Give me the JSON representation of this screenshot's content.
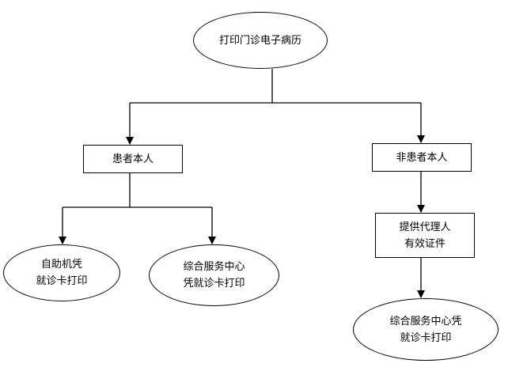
{
  "diagram": {
    "root": {
      "line1": "打印门诊电子病历"
    },
    "patient_self": {
      "line1": "患者本人"
    },
    "non_patient": {
      "line1": "非患者本人"
    },
    "proxy_id": {
      "line1": "提供代理人",
      "line2": "有效证件"
    },
    "kiosk_print": {
      "line1": "自助机凭",
      "line2": "就诊卡打印"
    },
    "service_center_print": {
      "line1": "综合服务中心",
      "line2": "凭就诊卡打印"
    },
    "proxy_service_print": {
      "line1": "综合服务中心凭",
      "line2": "就诊卡打印"
    }
  }
}
